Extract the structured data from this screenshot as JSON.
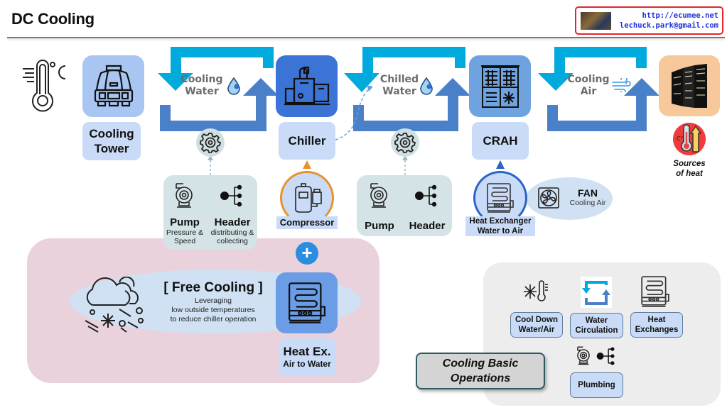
{
  "header": {
    "title": "DC Cooling",
    "badge": {
      "url": "http://ecumee.net",
      "email": "lechuck.park@gmail.com"
    }
  },
  "colors": {
    "arrow_top": "#00aadd",
    "arrow_bottom": "#4a80c8",
    "tower_tile": "#a9c6f2",
    "chiller_tile": "#3b74d6",
    "crah_tile": "#6ea3e0",
    "heat_source_tile": "#f7c99a",
    "label_box": "#c9dbf6",
    "free_cooling_panel": "#ead2dc",
    "compressor_ring": "#e8922e",
    "hex_ring": "#2b63c8"
  },
  "components": {
    "outside_temp": {
      "icon": "thermometer-celsius-icon"
    },
    "cooling_tower": {
      "label_line1": "Cooling",
      "label_line2": "Tower"
    },
    "chiller": {
      "label": "Chiller"
    },
    "crah": {
      "label": "CRAH"
    },
    "heat_source": {
      "label_line1": "Sources",
      "label_line2": "of heat"
    }
  },
  "loops": [
    {
      "line1": "Cooling",
      "line2": "Water",
      "icon": "water-drop-icon"
    },
    {
      "line1": "Chilled",
      "line2": "Water",
      "icon": "water-drop-icon"
    },
    {
      "line1": "Cooling",
      "line2": "Air",
      "icon": "wind-icon"
    }
  ],
  "pumps_cw": {
    "pump_title": "Pump",
    "pump_sub1": "Pressure &",
    "pump_sub2": "Speed",
    "header_title": "Header",
    "header_sub1": "distributing &",
    "header_sub2": "collecting"
  },
  "pumps_chw": {
    "pump_title": "Pump",
    "header_title": "Header"
  },
  "compressor": {
    "label": "Compressor"
  },
  "heat_exchanger": {
    "line1": "Heat Exchanger",
    "line2": "Water to Air"
  },
  "fan": {
    "title": "FAN",
    "sub": "Cooling Air"
  },
  "free_cooling": {
    "title": "[ Free Cooling ]",
    "desc1": "Leveraging",
    "desc2": "low outside temperatures",
    "desc3": "to reduce chiller operation",
    "hex_line1": "Heat Ex.",
    "hex_line2": "Air to Water",
    "plus": "+"
  },
  "basic_ops": {
    "title_line1": "Cooling Basic",
    "title_line2": "Operations",
    "items": [
      {
        "line1": "Cool Down",
        "line2": "Water/Air"
      },
      {
        "line1": "Water",
        "line2": "Circulation"
      },
      {
        "line1": "Heat",
        "line2": "Exchanges"
      },
      {
        "line1": "Plumbing",
        "line2": ""
      }
    ]
  }
}
